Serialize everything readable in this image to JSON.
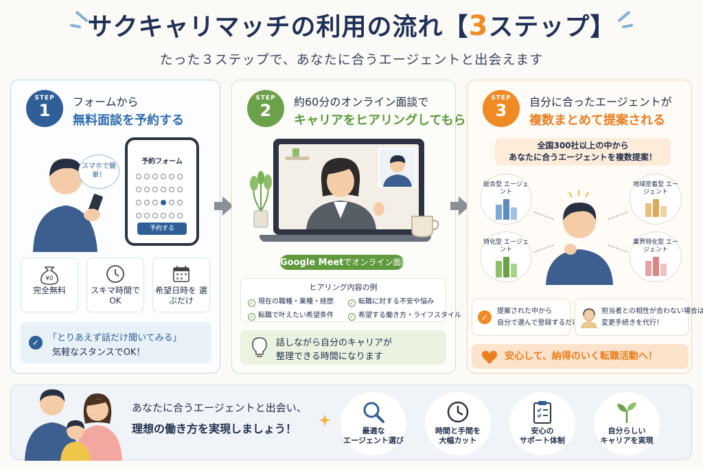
{
  "header": {
    "title_main": "サクキャリマッチの利用の流れ",
    "title_bracket_open": "【",
    "title_number": "3",
    "title_rest": "ステップ】",
    "subtitle": "たった３ステップで、あなたに合うエージェントと出会えます"
  },
  "colors": {
    "navy": "#2e5f97",
    "green": "#6aa14a",
    "orange": "#f08a24"
  },
  "step1": {
    "badge_label": "STEP",
    "badge_number": "1",
    "heading_line1": "フォームから",
    "heading_line2": "無料面談を予約する",
    "bubble": "スマホで簡単！",
    "phone_title": "予約フォーム",
    "phone_button": "予約する",
    "features": [
      {
        "icon": "money-bag-icon",
        "icon_text": "¥0",
        "label": "完全無料"
      },
      {
        "icon": "clock-icon",
        "label": "スキマ時間で OK"
      },
      {
        "icon": "calendar-icon",
        "label": "希望日時を 選ぶだけ"
      }
    ],
    "note_line1": "「とりあえず話だけ聞いてみる」",
    "note_line2": "気軽なスタンスでOK！"
  },
  "step2": {
    "badge_label": "STEP",
    "badge_number": "2",
    "heading_line1": "約60分のオンライン面談で",
    "heading_line2": "キャリアをヒアリングしてもらう",
    "meet_brand": "Google Meet",
    "meet_suffix": "でオンライン面談",
    "hearing_title": "ヒアリング内容の例",
    "hearing_items": [
      "現在の職種・業種・経歴",
      "転職に対する不安や悩み",
      "転職で叶えたい希望条件",
      "希望する働き方・ライフスタイル"
    ],
    "note_line1": "話しながら自分のキャリアが",
    "note_line2": "整理できる時間になります"
  },
  "step3": {
    "badge_label": "STEP",
    "badge_number": "3",
    "heading_line1": "自分に合ったエージェントが",
    "heading_line2": "複数まとめて提案される",
    "offer_line1": "全国300社以上の中から",
    "offer_line2": "あなたに合うエージェントを複数提案！",
    "agents": [
      "総合型 エージェント",
      "地域密着型 エージェント",
      "特化型 エージェント",
      "業界特化型 エージェント"
    ],
    "sub_left_line1": "提案された中から",
    "sub_left_line2": "自分で選んで登録するだけ",
    "sub_right_line1": "担当者との相性が合わない場合は",
    "sub_right_line2": "変更手続きを代行！",
    "note": "安心して、納得のいく転職活動へ！"
  },
  "bottom": {
    "line1": "あなたに合うエージェントと出会い、",
    "line2": "理想の働き方を実現しましょう！",
    "benefits": [
      {
        "icon": "magnifier-icon",
        "line1": "最適な",
        "line2": "エージェント選び"
      },
      {
        "icon": "clock-icon",
        "line1": "時間と手間を",
        "line2": "大幅カット"
      },
      {
        "icon": "clipboard-icon",
        "line1": "安心の",
        "line2": "サポート体制"
      },
      {
        "icon": "sprout-icon",
        "line1": "自分らしい",
        "line2": "キャリアを実現"
      }
    ]
  }
}
